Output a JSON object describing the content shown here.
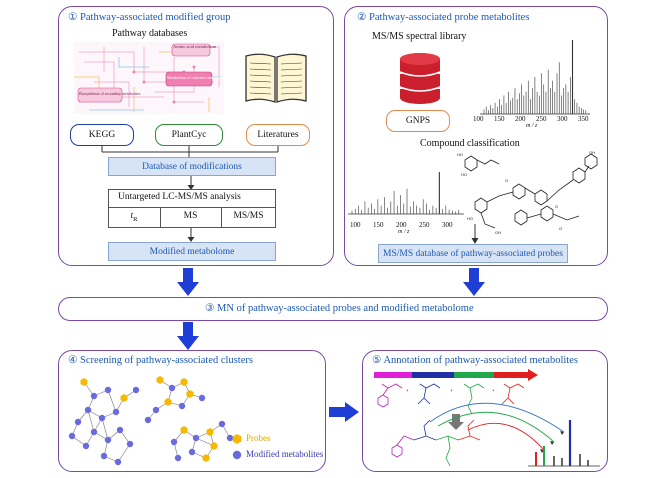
{
  "panel1": {
    "title": "① Pathway-associated modified group",
    "pathway_databases": "Pathway databases",
    "db_labels": [
      "Amino acid metabolism",
      "Metabolism of cofactors and vitamins",
      "Biosynthesis of secondary metabolites"
    ],
    "sources": [
      "KEGG",
      "PlantCyc",
      "Literatures"
    ],
    "database_of_modifications": "Database of modifications",
    "lcms_title": "Untargeted LC-MS/MS analysis",
    "lcms_cols": [
      "t",
      "R",
      "MS",
      "MS/MS"
    ],
    "modified_metabolome": "Modified metabolome"
  },
  "panel2": {
    "title": "② Pathway-associated probe metabolites",
    "library_label": "MS/MS spectral library",
    "gnps": "GNPS",
    "compound_classification": "Compound classification",
    "spec1_ticks": [
      "100",
      "150",
      "200",
      "250",
      "300",
      "350"
    ],
    "spec1_axis": "m / z",
    "spec2_ticks": [
      "100",
      "150",
      "200",
      "250",
      "300"
    ],
    "spec2_axis": "m / z",
    "probes_db": "MS/MS database of pathway-associated probes"
  },
  "panel3": {
    "title": "③ MN of pathway-associated probes and modified metabolome"
  },
  "panel4": {
    "title": "④ Screening of pathway-associated clusters",
    "legend": [
      "Probes",
      "Modified metabolites"
    ]
  },
  "panel5": {
    "title": "⑤ Annotation of pathway-associated metabolites"
  },
  "colors": {
    "panel_border": "#7a4aa6",
    "title_blue": "#1d58b0",
    "arrow_blue": "#1f3ed6",
    "probe": "#f6b800",
    "modified": "#6a6ae0",
    "gnps_red": "#cc1f2e"
  }
}
